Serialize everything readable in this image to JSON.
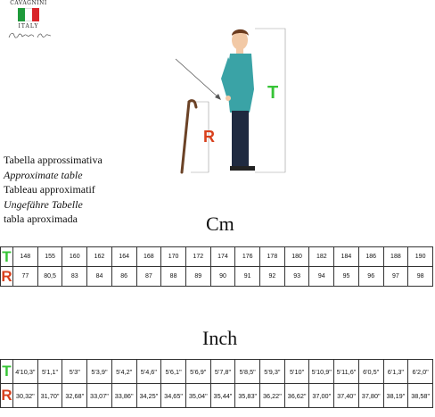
{
  "logo": {
    "brand": "CAVAGNINI",
    "country": "ITALY",
    "flag_colors": [
      "#1e9a3a",
      "#ffffff",
      "#d9252a"
    ]
  },
  "illustration": {
    "height_label": "T",
    "cane_label": "R",
    "t_color": "#36c436",
    "r_color": "#d8401c"
  },
  "caption": {
    "it": "Tabella approssimativa",
    "en": "Approximate table",
    "fr": "Tableau approximatif",
    "de": "Ungefähre Tabelle",
    "es": "tabla aproximada"
  },
  "cm": {
    "title": "Cm",
    "t_label": "T",
    "r_label": "R",
    "t_values": [
      "148",
      "155",
      "160",
      "162",
      "164",
      "168",
      "170",
      "172",
      "174",
      "176",
      "178",
      "180",
      "182",
      "184",
      "186",
      "188",
      "190"
    ],
    "r_values": [
      "77",
      "80,5",
      "83",
      "84",
      "86",
      "87",
      "88",
      "89",
      "90",
      "91",
      "92",
      "93",
      "94",
      "95",
      "96",
      "97",
      "98"
    ]
  },
  "inch": {
    "title": "Inch",
    "t_label": "T",
    "r_label": "R",
    "t_values": [
      "4'10,3\"",
      "5'1,1\"",
      "5'3\"",
      "5'3,9\"",
      "5'4,2\"",
      "5'4,6\"",
      "5'6,1\"",
      "5'6,9\"",
      "5'7,8\"",
      "5'8,5\"",
      "5'9,3\"",
      "5'10\"",
      "5'10,9\"",
      "5'11,6\"",
      "6'0,5\"",
      "6'1,3\"",
      "6'2,0\""
    ],
    "r_values": [
      "30,32\"",
      "31,70\"",
      "32,68\"",
      "33,07\"",
      "33,86\"",
      "34,25\"",
      "34,65\"",
      "35,04\"",
      "35,44\"",
      "35,83\"",
      "36,22\"",
      "36,62\"",
      "37,00\"",
      "37,40\"",
      "37,80\"",
      "38,19\"",
      "38,58\""
    ]
  }
}
